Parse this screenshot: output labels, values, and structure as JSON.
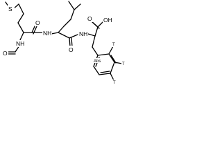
{
  "molecule": {
    "atom_labels": {
      "sulfur": "S",
      "nh_methionine": "NH",
      "nh_leucine": "NH",
      "oh": "OH",
      "o_ester_left": "O",
      "o_leu_carbonyl": "O",
      "o_acid": "O",
      "o_formyl": "O",
      "tritium_top": "T",
      "tritium_right": "T",
      "tritium_bottom": "T",
      "abs_label": "Abs"
    },
    "colors": {
      "bond": "#000000",
      "label": "#000000",
      "background": "#ffffff"
    }
  }
}
